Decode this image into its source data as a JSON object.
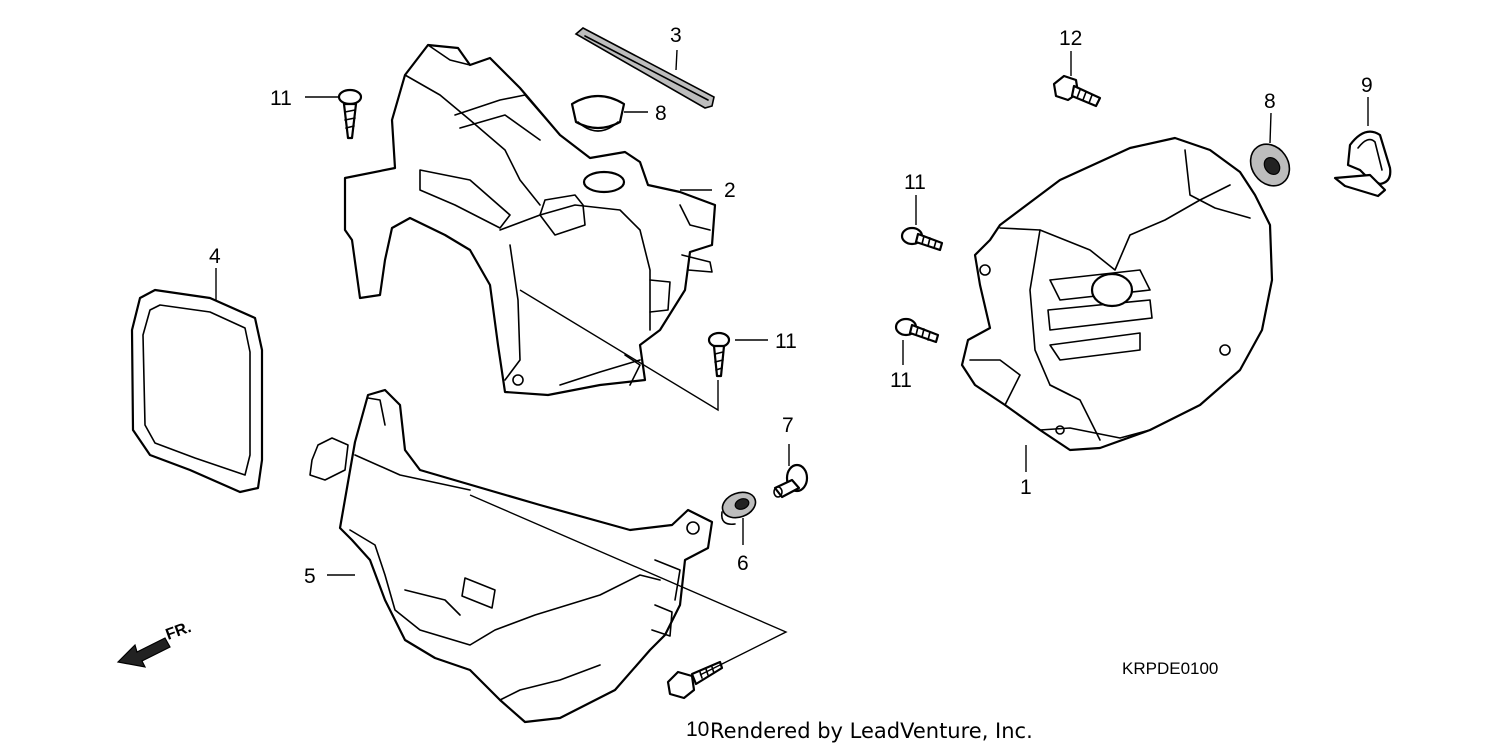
{
  "callouts": {
    "p1": "1",
    "p2": "2",
    "p3": "3",
    "p4": "4",
    "p5": "5",
    "p6": "6",
    "p7": "7",
    "p8a": "8",
    "p8b": "8",
    "p9": "9",
    "p10": "10",
    "p11a": "11",
    "p11b": "11",
    "p11c": "11",
    "p11d": "11",
    "p12": "12"
  },
  "direction_label": "FR.",
  "diagram_code": "KRPDE0100",
  "credit": "Rendered by LeadVenture, Inc."
}
